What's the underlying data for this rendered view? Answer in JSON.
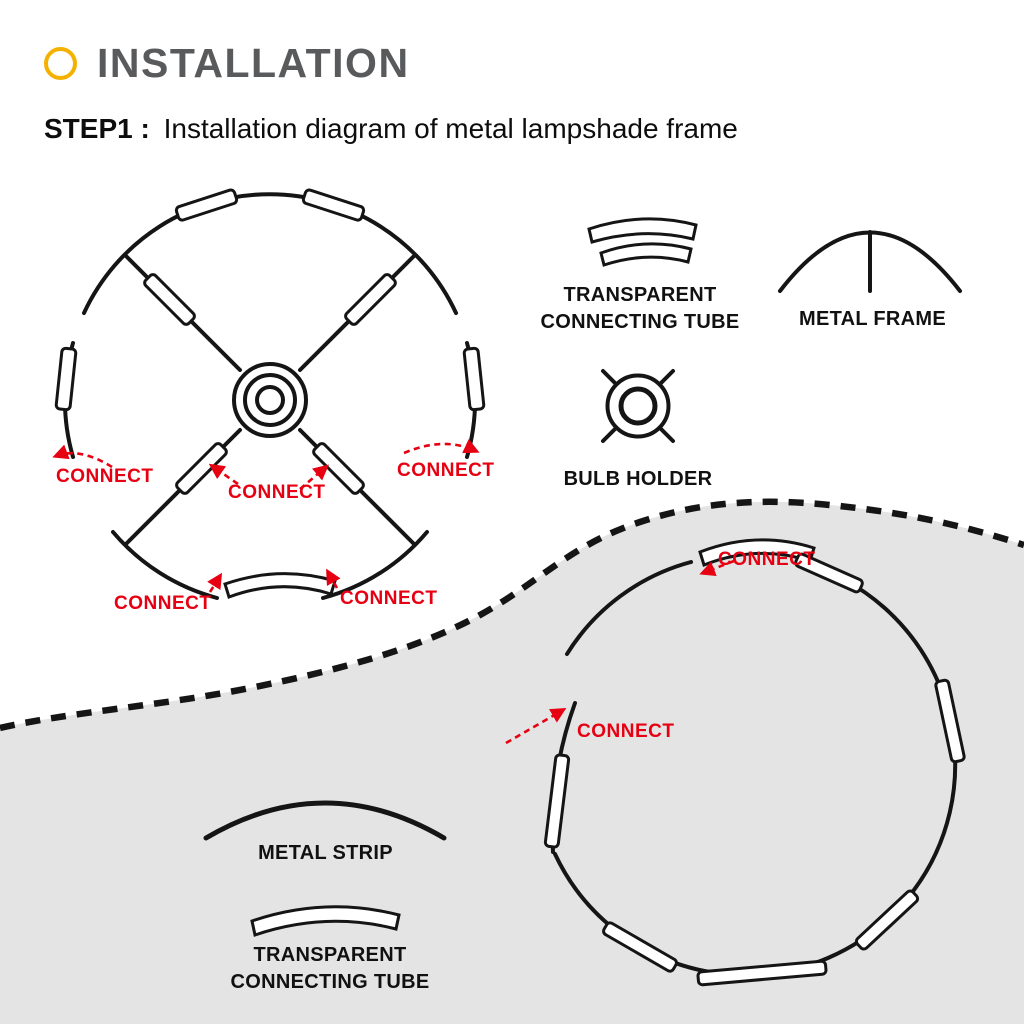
{
  "header": {
    "title": "INSTALLATION",
    "step_label": "STEP1 :",
    "step_description": "Installation diagram of metal lampshade frame"
  },
  "legend": {
    "transparent_tube": {
      "line1": "TRANSPARENT",
      "line2": "CONNECTING TUBE"
    },
    "metal_frame": "METAL FRAME",
    "bulb_holder": "BULB HOLDER"
  },
  "wheel_diagram": {
    "connect_left": "CONNECT",
    "connect_center": "CONNECT",
    "connect_right": "CONNECT",
    "connect_bottom_left": "CONNECT",
    "connect_bottom_right": "CONNECT"
  },
  "ring_diagram": {
    "connect_top": "CONNECT",
    "connect_left": "CONNECT"
  },
  "bottom_legend": {
    "metal_strip": "METAL STRIP",
    "transparent_tube": {
      "line1": "TRANSPARENT",
      "line2": "CONNECTING TUBE"
    }
  },
  "colors": {
    "accent_yellow": "#F5B100",
    "connect_red": "#E60012",
    "title_gray": "#595A5C",
    "line_black": "#151515",
    "section_gray": "#E4E4E4"
  }
}
